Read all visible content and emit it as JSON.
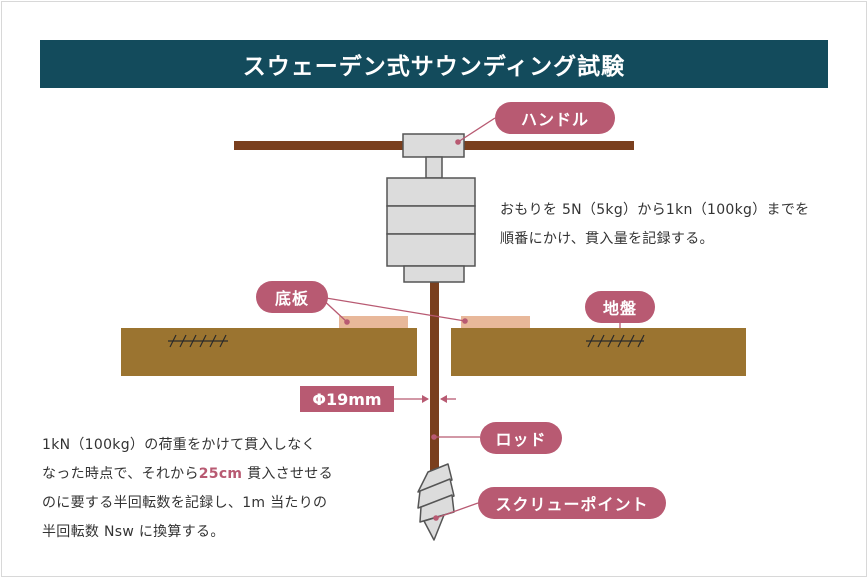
{
  "title": "スウェーデン式サウンディング試験",
  "labels": {
    "handle": "ハンドル",
    "base_plate": "底板",
    "ground": "地盤",
    "rod": "ロッド",
    "screw_point": "スクリューポイント",
    "rod_diameter": "Φ19mm"
  },
  "desc_weights": {
    "line1": "おもりを 5N（5kg）から1kn（100kg）までを",
    "line2": "順番にかけ、貫入量を記録する。"
  },
  "desc_procedure": {
    "line1": "1kN（100kg）の荷重をかけて貫入しなく",
    "line2_before": "なった時点で、それから",
    "line2_highlight": "25cm",
    "line2_after": " 貫入させせる",
    "line3": "のに要する半回転数を記録し、1m 当たりの",
    "line4": "半回転数 Nsw に換算する。"
  },
  "colors": {
    "title_bg": "#134b5c",
    "accent": "#b85a72",
    "ground": "#9b7430",
    "rod": "#7a3f1e",
    "weight": "#dcdcdc",
    "plate": "#e8b89a"
  }
}
